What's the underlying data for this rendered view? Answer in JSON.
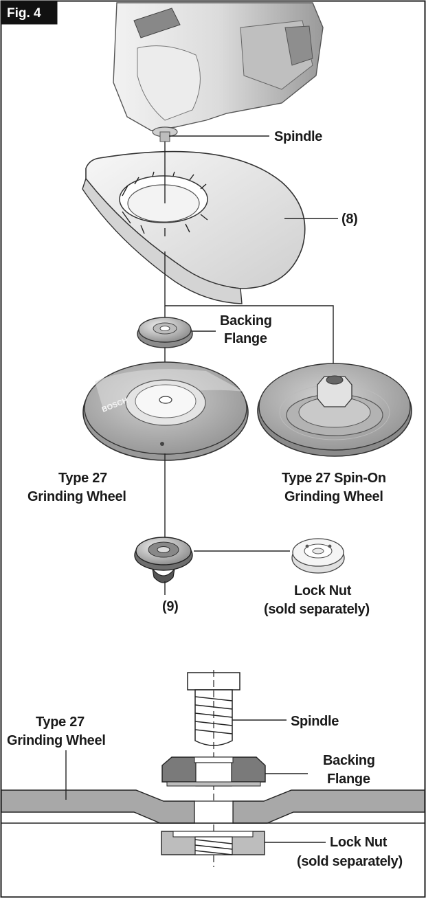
{
  "figure_tag": "Fig. 4",
  "labels": {
    "spindle_top": "Spindle",
    "guard": "(8)",
    "backing_flange_top": [
      "Backing",
      "Flange"
    ],
    "type27_wheel": [
      "Type 27",
      "Grinding Wheel"
    ],
    "spin_on_wheel": [
      "Type 27 Spin-On",
      "Grinding Wheel"
    ],
    "flange_nut": "(9)",
    "lock_nut_top": [
      "Lock Nut",
      "(sold separately)"
    ],
    "type27_wheel_section": [
      "Type 27",
      "Grinding Wheel"
    ],
    "spindle_section": "Spindle",
    "backing_flange_section": [
      "Backing",
      "Flange"
    ],
    "lock_nut_section": [
      "Lock Nut",
      "(sold separately)"
    ]
  },
  "colors": {
    "outline": "#1a1a1a",
    "light_gray": "#e6e6e6",
    "mid_gray": "#bdbdbd",
    "dark_gray": "#7a7a7a",
    "wheel_gray": "#a8a8a8"
  }
}
